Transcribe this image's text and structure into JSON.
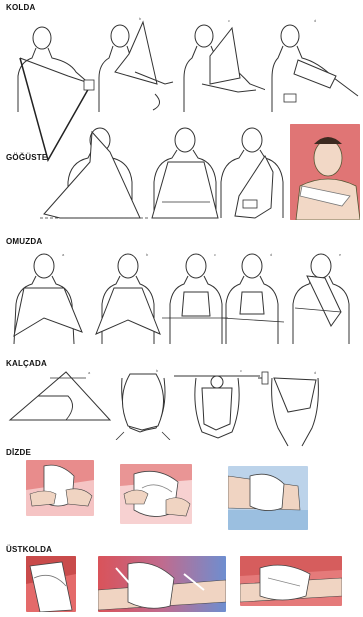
{
  "sections": {
    "kolda": {
      "title": "KOLDA"
    },
    "goguste": {
      "title": "GÖĞÜSTE"
    },
    "omuzda": {
      "title": "OMUZDA"
    },
    "kalcada": {
      "title": "KALÇADA"
    },
    "dizde": {
      "title": "DİZDE"
    },
    "ustkolda": {
      "title": "ÜSTKOLDA"
    }
  },
  "icons": [
    "figure-illustration",
    "bandage-photo"
  ],
  "colors": {
    "skin": "#e8d7c7",
    "bandage": "#ffffff",
    "line": "#333333",
    "photo_red": "#d9535a",
    "photo_pink": "#f2b7b7",
    "photo_blue": "#7fa9d6"
  }
}
